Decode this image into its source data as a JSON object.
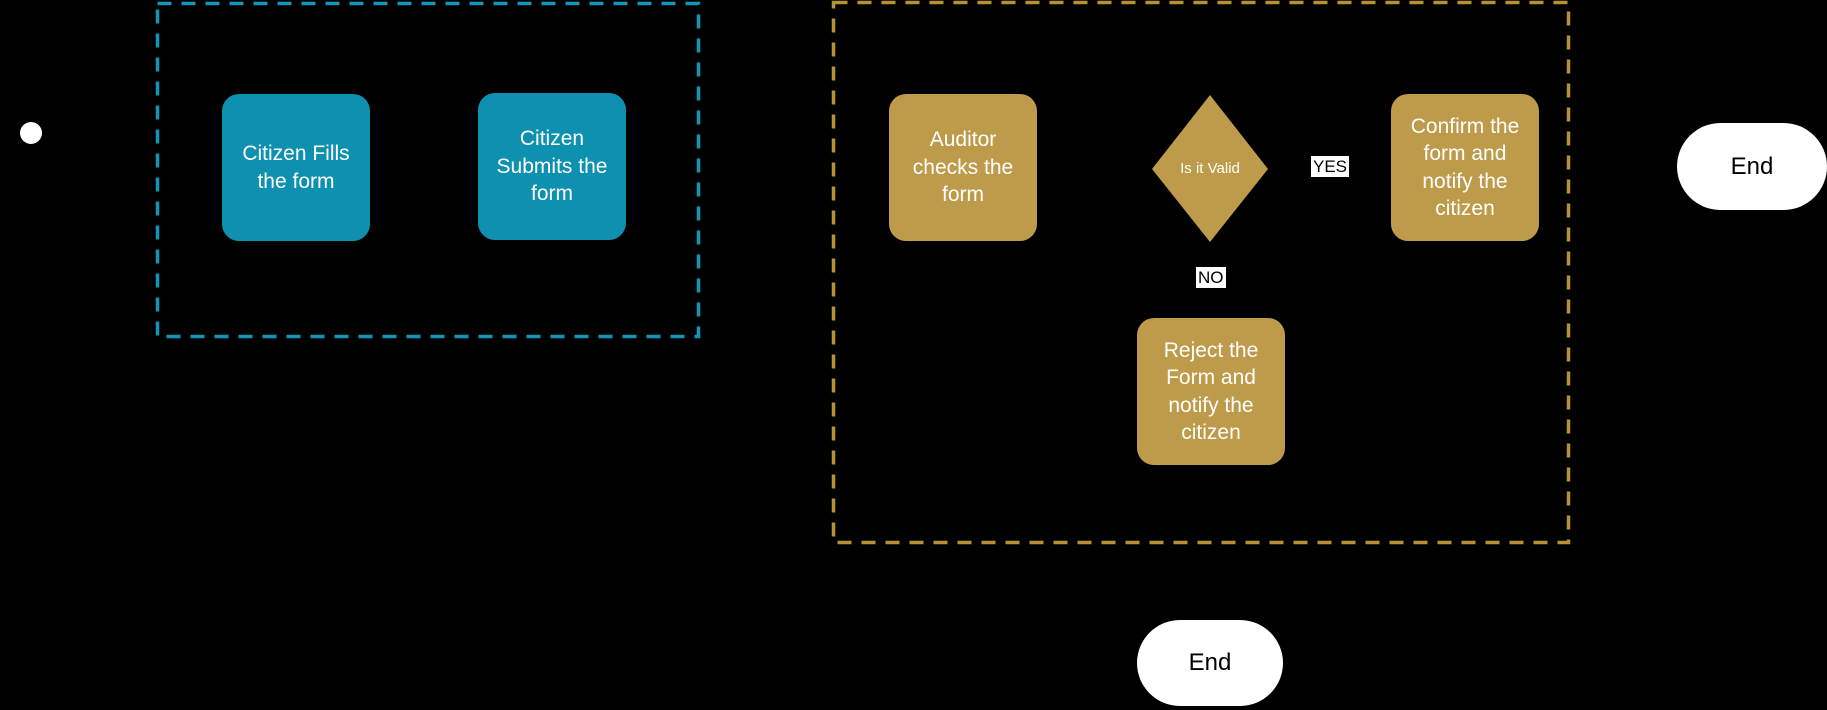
{
  "colors": {
    "background": "#000000",
    "citizen_lane_border": "#1295B6",
    "citizen_task_fill": "#0E91B1",
    "auditor_lane_border": "#B69135",
    "auditor_task_fill": "#BE9B4A",
    "event_fill": "#FFFFFF",
    "edge_label_bg": "#FFFFFF",
    "edge_label_text": "#000000",
    "task_text": "#FFFFFF",
    "end_text": "#000000"
  },
  "diagram": {
    "lanes": {
      "citizen": {
        "role": "citizen-lane"
      },
      "auditor": {
        "role": "auditor-lane"
      }
    },
    "nodes": {
      "start": {
        "type": "start-event"
      },
      "fill_form": {
        "label": "Citizen Fills\nthe form"
      },
      "submit_form": {
        "label": "Citizen\nSubmits the\nform"
      },
      "auditor_checks": {
        "label": "Auditor\nchecks the\nform"
      },
      "decision": {
        "label": "Is it Valid"
      },
      "confirm": {
        "label": "Confirm the\nform and\nnotify the\ncitizen"
      },
      "reject": {
        "label": "Reject the\nForm and\nnotify the\ncitizen"
      },
      "end_right": {
        "label": "End"
      },
      "end_bottom": {
        "label": "End"
      }
    },
    "edge_labels": {
      "yes": "YES",
      "no": "NO"
    }
  }
}
